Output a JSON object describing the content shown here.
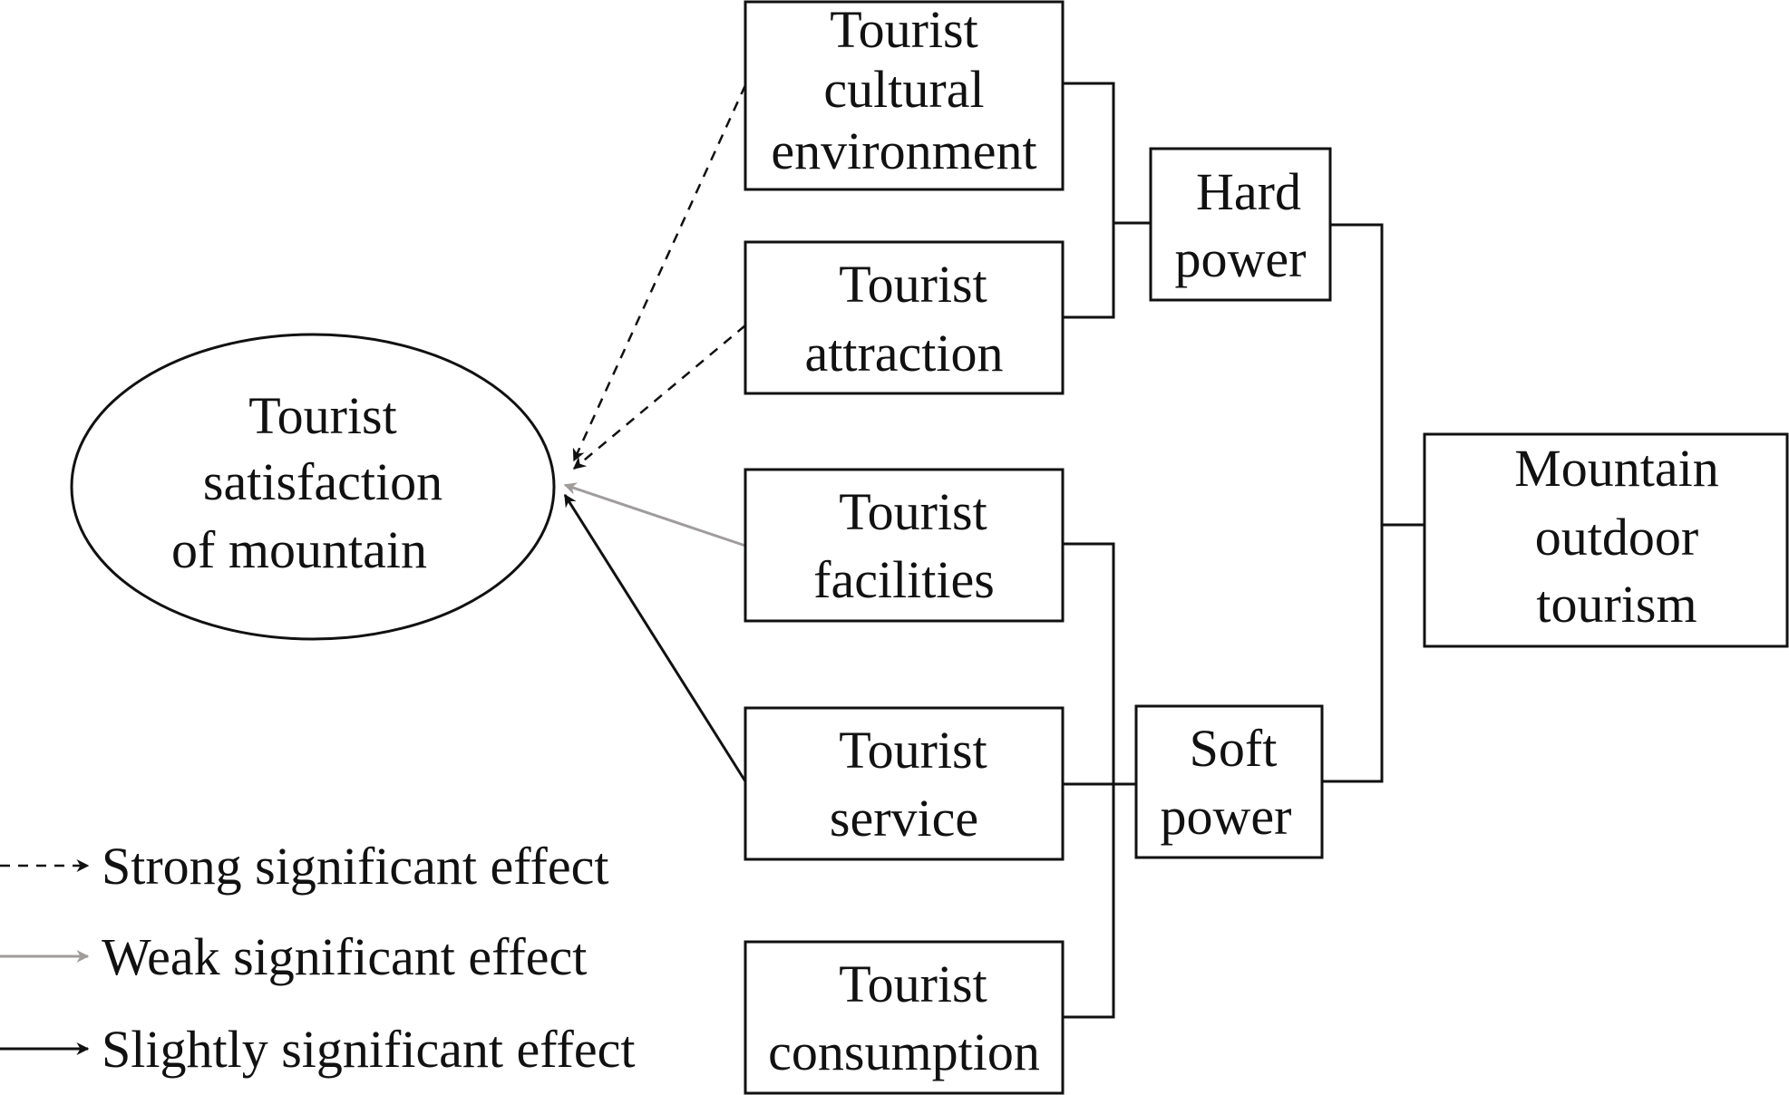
{
  "diagram": {
    "ellipse": {
      "lines": [
        "Tourist",
        "satisfaction",
        "of mountain"
      ]
    },
    "boxes": {
      "cultural": {
        "lines": [
          "Tourist",
          "cultural",
          "environment"
        ]
      },
      "attraction": {
        "lines": [
          "Tourist",
          "attraction"
        ]
      },
      "facilities": {
        "lines": [
          "Tourist",
          "facilities"
        ]
      },
      "service": {
        "lines": [
          "Tourist",
          "service"
        ]
      },
      "consumption": {
        "lines": [
          "Tourist",
          "consumption"
        ]
      },
      "hard_power": {
        "lines": [
          "Hard",
          "power"
        ]
      },
      "soft_power": {
        "lines": [
          "Soft",
          "power"
        ]
      },
      "mountain_tourism": {
        "lines": [
          "Mountain",
          "outdoor",
          "tourism"
        ]
      }
    },
    "legend": [
      {
        "style": "dashed",
        "label": "Strong significant effect"
      },
      {
        "style": "gray",
        "label": "Weak significant effect"
      },
      {
        "style": "solid",
        "label": "Slightly significant effect"
      }
    ],
    "colors": {
      "line": "#111111",
      "weak": "#a09c9c",
      "background": "#ffffff"
    }
  }
}
